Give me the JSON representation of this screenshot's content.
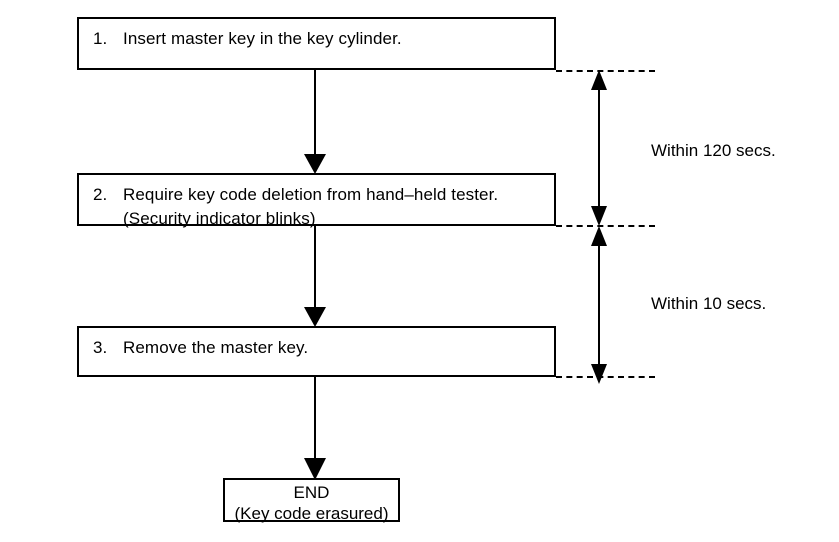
{
  "diagram": {
    "title": "Key code erasure procedure flowchart",
    "line_color": "#000000",
    "background_color": "#ffffff",
    "steps": [
      {
        "number": "1.",
        "lines": [
          "Insert master key in the key cylinder."
        ]
      },
      {
        "number": "2.",
        "lines": [
          "Require key code deletion from hand–held tester.",
          "(Security indicator blinks)"
        ]
      },
      {
        "number": "3.",
        "lines": [
          "Remove the master key."
        ]
      }
    ],
    "terminator": {
      "line1": "END",
      "line2": "(Key code erasured)"
    },
    "timings": [
      {
        "label": "Within 120 secs."
      },
      {
        "label": "Within 10 secs."
      }
    ]
  }
}
